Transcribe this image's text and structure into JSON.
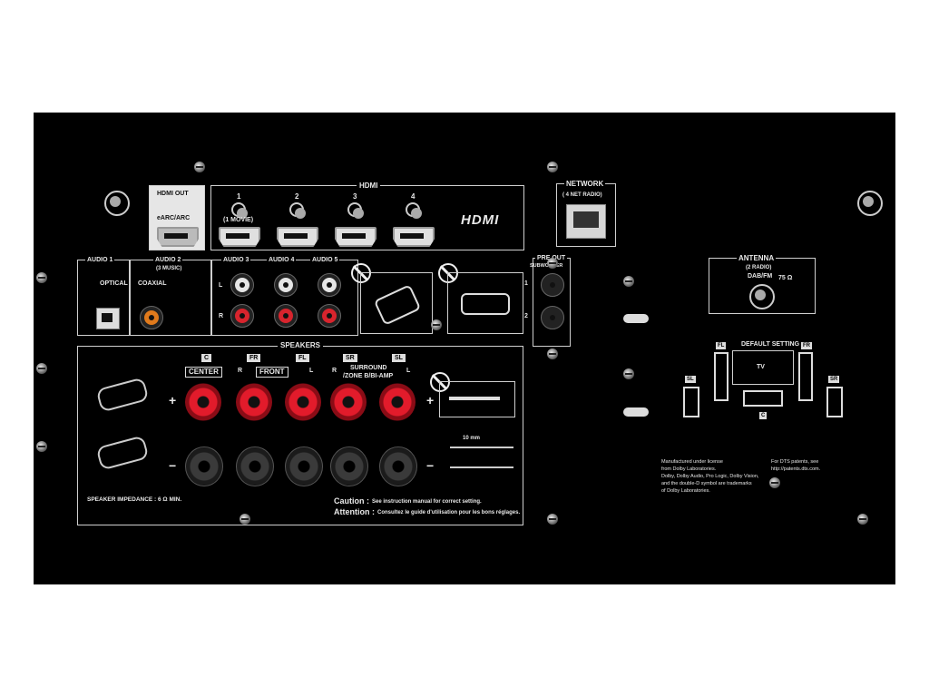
{
  "labels": {
    "hdmi_out": "HDMI OUT",
    "earc": "eARC/ARC",
    "hdmi": "HDMI",
    "hdmi_logo": "HDMI",
    "hdmi_1": "1",
    "hdmi_1_sub": "(1 MOVIE)",
    "hdmi_2": "2",
    "hdmi_3": "3",
    "hdmi_4": "4",
    "network": "NETWORK",
    "network_sub": "( 4 NET RADIO)",
    "audio1": "AUDIO 1",
    "optical": "OPTICAL",
    "audio2": "AUDIO 2",
    "audio2_sub": "(3 MUSIC)",
    "coaxial": "COAXIAL",
    "audio3": "AUDIO 3",
    "audio4": "AUDIO 4",
    "audio5": "AUDIO 5",
    "left": "L",
    "right": "R",
    "preout": "PRE OUT",
    "subwoofer": "SUBWOOFER",
    "sub1": "1",
    "sub2": "2",
    "antenna": "ANTENNA",
    "antenna_sub": "(2 RADIO)",
    "dabfm": "DAB/FM",
    "ohm": "75 Ω",
    "speakers": "SPEAKERS",
    "c": "C",
    "center": "CENTER",
    "fr": "FR",
    "fl": "FL",
    "front": "FRONT",
    "sr": "SR",
    "sl": "SL",
    "surround": "SURROUND",
    "zone": "/ZONE B/BI-AMP",
    "plus": "+",
    "minus": "−",
    "mm": "10 mm",
    "impedance": "SPEAKER IMPEDANCE :   6 Ω MIN.",
    "caution": "Caution :",
    "caution_text": "See instruction manual for correct setting.",
    "attention": "Attention :",
    "attention_text": "Consultez le guide d'utilisation pour les bons réglages.",
    "default_setting": "DEFAULT SETTING",
    "tv": "TV",
    "dolby": "Manufactured under license\nfrom Dolby Laboratories.\nDolby, Dolby Audio, Pro Logic, Dolby Vision,\nand the double-D symbol are trademarks\nof Dolby Laboratories.",
    "dts": "For DTS patents, see\nhttp://patents.dts.com."
  }
}
